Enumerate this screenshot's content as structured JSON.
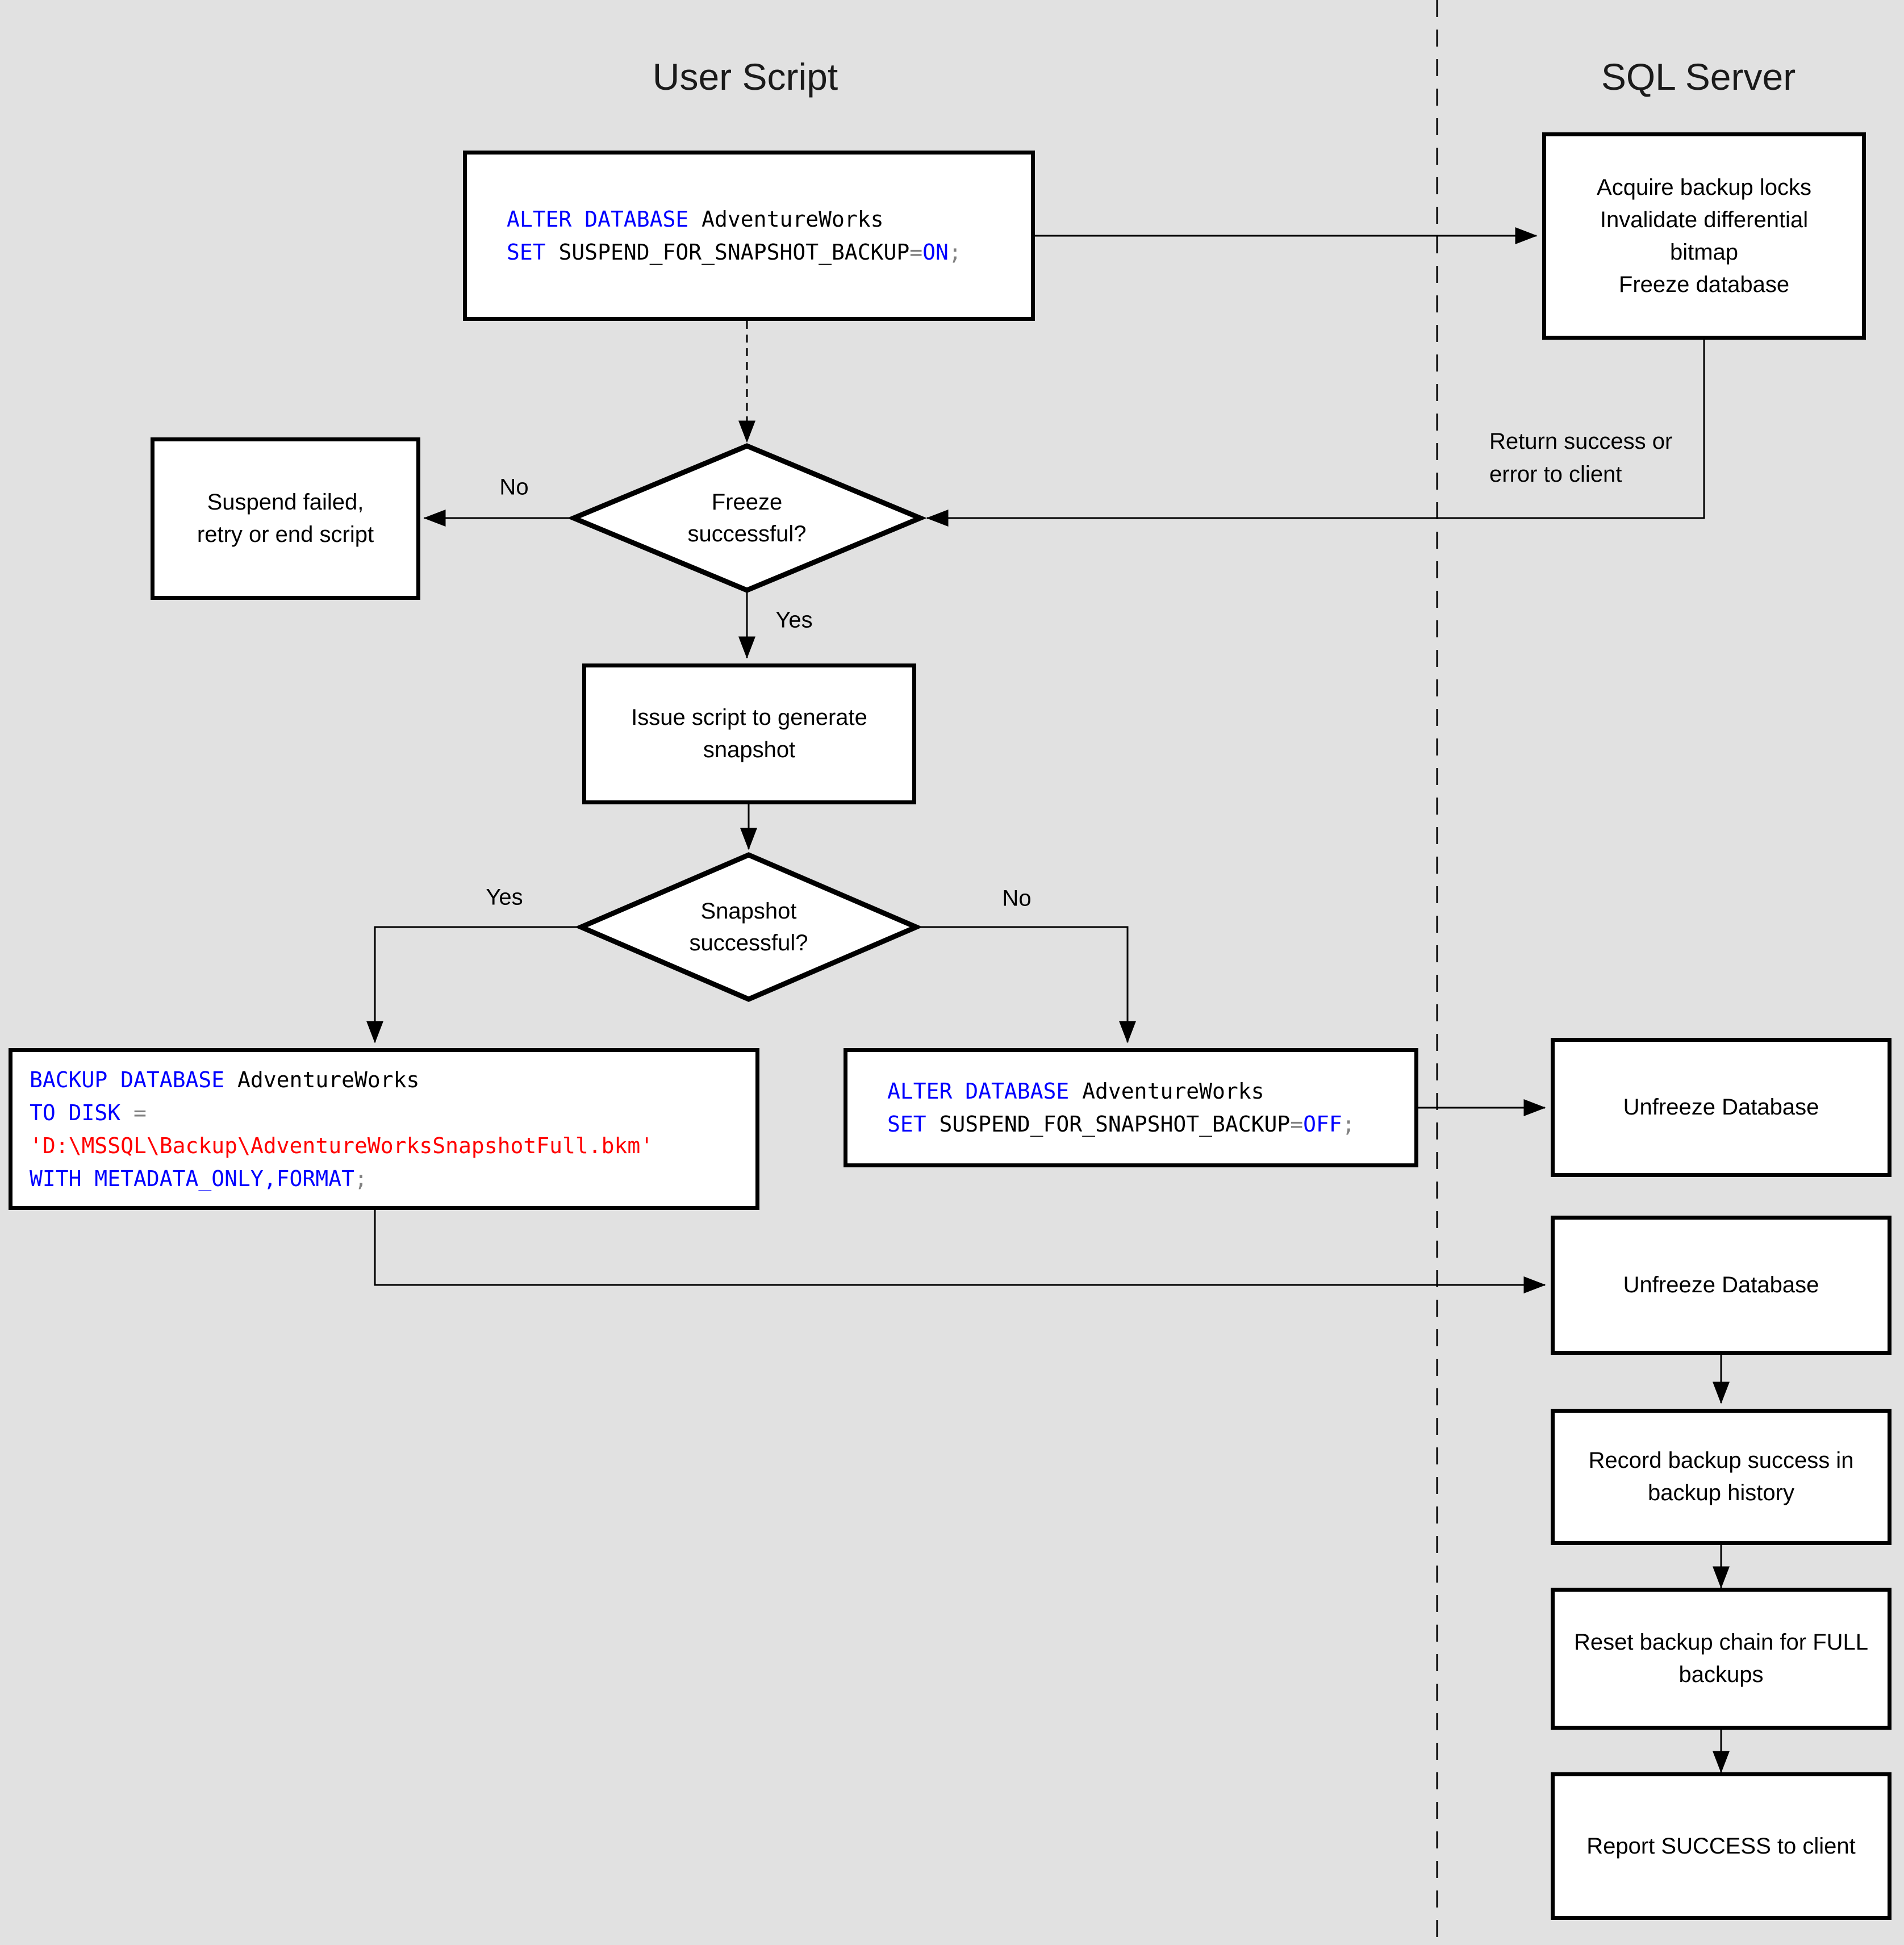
{
  "colors": {
    "kw": "#0000ff",
    "op": "#808080",
    "str": "#ff0000",
    "bg": "#e1e1e1",
    "box_fill": "#ffffff",
    "stroke": "#000000",
    "text": "#000000"
  },
  "titles": {
    "user_script": "User Script",
    "sql_server": "SQL Server"
  },
  "labels": {
    "freeze_no": "No",
    "freeze_yes": "Yes",
    "snapshot_yes": "Yes",
    "snapshot_no": "No",
    "return_line1": "Return success or",
    "return_line2": "error to client"
  },
  "nodes": {
    "acquire": {
      "line1": "Acquire backup locks",
      "line2": "Invalidate differential",
      "line3": "bitmap",
      "line4": "Freeze database"
    },
    "suspend": {
      "line1": "Suspend failed,",
      "line2": "retry or end script"
    },
    "freeze_decision": {
      "line1": "Freeze",
      "line2": "successful?"
    },
    "issue": {
      "line1": "Issue script to generate",
      "line2": "snapshot"
    },
    "snapshot_decision": {
      "line1": "Snapshot",
      "line2": "successful?"
    },
    "unfreeze1": {
      "line1": "Unfreeze Database"
    },
    "unfreeze2": {
      "line1": "Unfreeze Database"
    },
    "record": {
      "line1": "Record backup success in",
      "line2": "backup history"
    },
    "reset": {
      "line1": "Reset backup chain for FULL",
      "line2": "backups"
    },
    "report": {
      "line1": "Report SUCCESS to client"
    }
  },
  "code": {
    "alter_on": {
      "l1_kw": "ALTER DATABASE",
      "l1_plain": " AdventureWorks",
      "l2_kw": "SET",
      "l2_plain": " SUSPEND_FOR_SNAPSHOT_BACKUP",
      "l2_op": "=",
      "l2_kw2": "ON",
      "l2_op2": ";"
    },
    "backup": {
      "l1_kw": "BACKUP DATABASE",
      "l1_plain": " AdventureWorks",
      "l2_kw": "TO DISK",
      "l2_op": " =",
      "l3_str": "'D:\\MSSQL\\Backup\\AdventureWorksSnapshotFull.bkm'",
      "l4_kw": "WITH METADATA_ONLY,FORMAT",
      "l4_op": ";"
    },
    "alter_off": {
      "l1_kw": "ALTER DATABASE",
      "l1_plain": " AdventureWorks",
      "l2_kw": "SET",
      "l2_plain": " SUSPEND_FOR_SNAPSHOT_BACKUP",
      "l2_op": "=",
      "l2_kw2": "OFF",
      "l2_op2": ";"
    }
  }
}
